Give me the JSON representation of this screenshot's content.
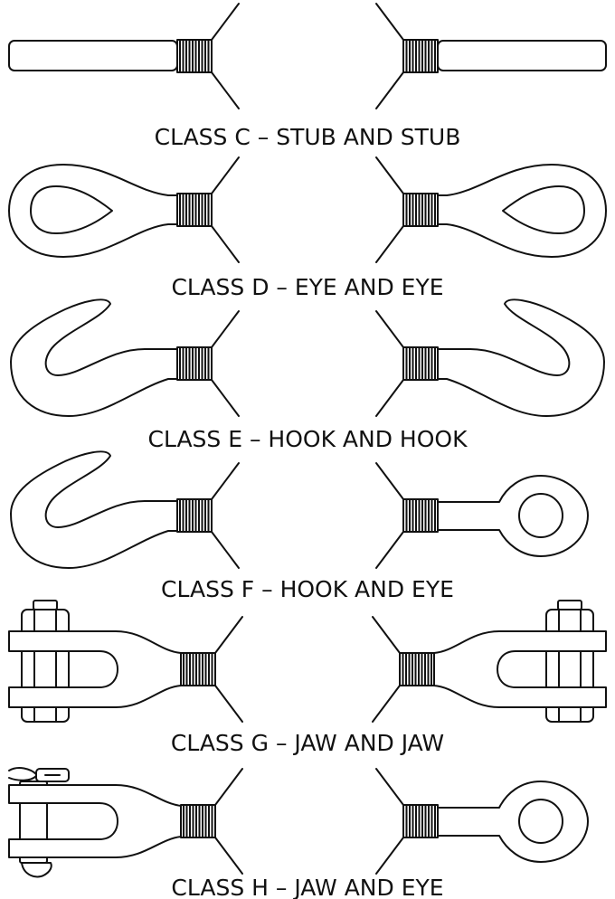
{
  "classes": [
    {
      "code": "C",
      "caption": "CLASS C – STUB AND STUB",
      "left_end": "stub",
      "right_end": "stub"
    },
    {
      "code": "D",
      "caption": "CLASS D – EYE AND EYE",
      "left_end": "eye",
      "right_end": "eye"
    },
    {
      "code": "E",
      "caption": "CLASS E – HOOK AND HOOK",
      "left_end": "hook",
      "right_end": "hook"
    },
    {
      "code": "F",
      "caption": "CLASS F – HOOK AND EYE",
      "left_end": "hook",
      "right_end": "round-eye"
    },
    {
      "code": "G",
      "caption": "CLASS G – JAW AND JAW",
      "left_end": "jaw",
      "right_end": "jaw"
    },
    {
      "code": "H",
      "caption": "CLASS H – JAW AND EYE",
      "left_end": "jaw-cotter",
      "right_end": "round-eye"
    }
  ],
  "colors": {
    "ink": "#111111",
    "background": "#ffffff"
  }
}
